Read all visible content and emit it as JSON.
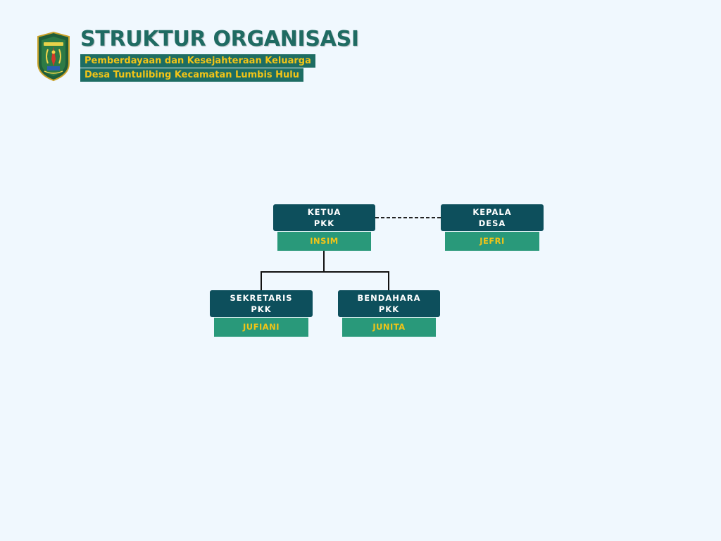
{
  "header": {
    "title": "STRUKTUR ORGANISASI",
    "subtitle_line1": "Pemberdayaan dan Kesejahteraan Keluarga",
    "subtitle_line2": "Desa Tuntulibing Kecamatan Lumbis Hulu"
  },
  "org": {
    "ketua": {
      "role_line1": "KETUA",
      "role_line2": "PKK",
      "name": "INSIM"
    },
    "kepala_desa": {
      "role_line1": "KEPALA",
      "role_line2": "DESA",
      "name": "JEFRI"
    },
    "sekretaris": {
      "role_line1": "SEKRETARIS",
      "role_line2": "PKK",
      "name": "JUFIANI"
    },
    "bendahara": {
      "role_line1": "BENDAHARA",
      "role_line2": "PKK",
      "name": "JUNITA"
    }
  },
  "colors": {
    "background": "#f0f8fe",
    "title": "#1f6b62",
    "role_box": "#0d4f5c",
    "name_box": "#29997a",
    "accent_text": "#f2c417"
  }
}
